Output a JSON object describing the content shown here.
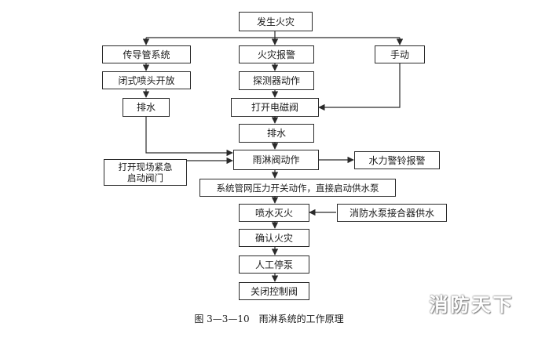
{
  "nodes": {
    "fire": "发生火灾",
    "pipe_system": "传导管系统",
    "fire_alarm": "火灾报警",
    "manual": "手动",
    "closed_nozzle": "闭式喷头开放",
    "detector": "探测器动作",
    "drain_left": "排水",
    "solenoid": "打开电磁阀",
    "drain_center": "排水",
    "open_valve": "打开现场紧急\n启动阀门",
    "deluge_valve": "雨淋阀动作",
    "water_bell": "水力警铃报警",
    "pressure_switch": "系统管网压力开关动作，直接启动供水泵",
    "spray": "喷水灭火",
    "fire_connector": "消防水泵接合器供水",
    "confirm": "确认火灾",
    "stop_pump": "人工停泵",
    "close_valve": "关闭控制阀"
  },
  "caption": "图 3—3—10　雨淋系统的工作原理",
  "watermark": "消防天下",
  "colors": {
    "line": "#2a2a2a",
    "box_border": "#2a2a2a",
    "text": "#1a1a1a"
  }
}
